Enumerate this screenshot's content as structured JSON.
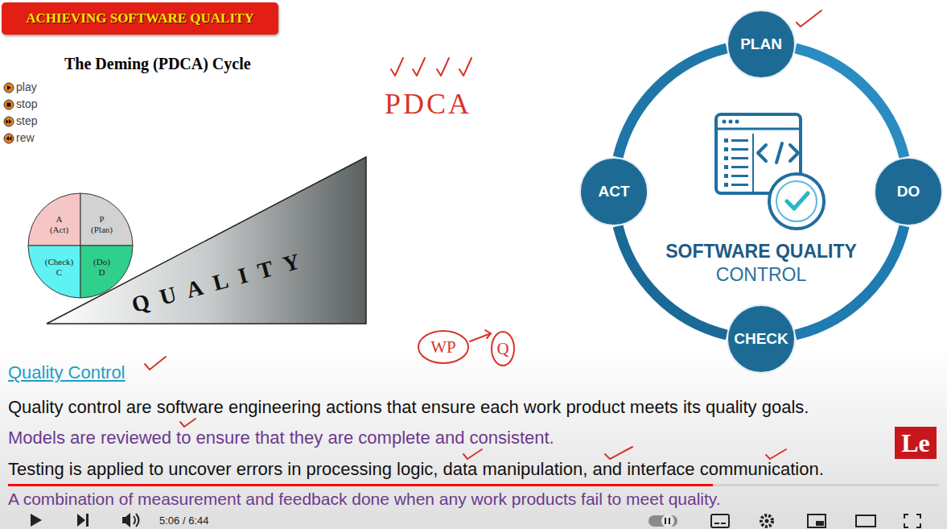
{
  "diagram": {
    "title": "ACHIEVING SOFTWARE QUALITY",
    "nodes": [
      {
        "text": [
          "A",
          "(Act)"
        ]
      },
      {
        "text": [
          "P",
          "(Plan)"
        ]
      },
      {
        "text": [
          "(Check)",
          "C"
        ]
      },
      {
        "text": [
          "(Do)",
          "D"
        ]
      },
      {
        "text": [
          "QUALITY"
        ]
      },
      {
        "text": [
          "PLAN"
        ]
      },
      {
        "text": [
          "ACT"
        ]
      },
      {
        "text": [
          "SOFTWARE QUALITY",
          "CONTROL"
        ]
      },
      {
        "text": [
          "DO"
        ]
      },
      {
        "text": [
          "CHECK"
        ]
      }
    ],
    "edges": [
      {
        "from": 5,
        "to": 8,
        "arrow": "none"
      },
      {
        "from": 8,
        "to": 9,
        "arrow": "none"
      },
      {
        "from": 9,
        "to": 6,
        "arrow": "none"
      },
      {
        "from": 6,
        "to": 5,
        "arrow": "none"
      }
    ],
    "labels": [
      "The Deming (PDCA) Cycle",
      "play",
      "stop",
      "step",
      "rew",
      "PDCA",
      "WP",
      "Q",
      "Quality Control",
      "Quality control are software engineering actions that ensure each work product meets its quality goals.",
      "Models are reviewed to ensure that they are complete and consistent.",
      "Testing is applied to uncover errors in processing logic, data manipulation, and interface communication.",
      "A combination of measurement and feedback done when any work products fail to meet quality.",
      "5:06 / 6:44",
      "Le"
    ]
  }
}
